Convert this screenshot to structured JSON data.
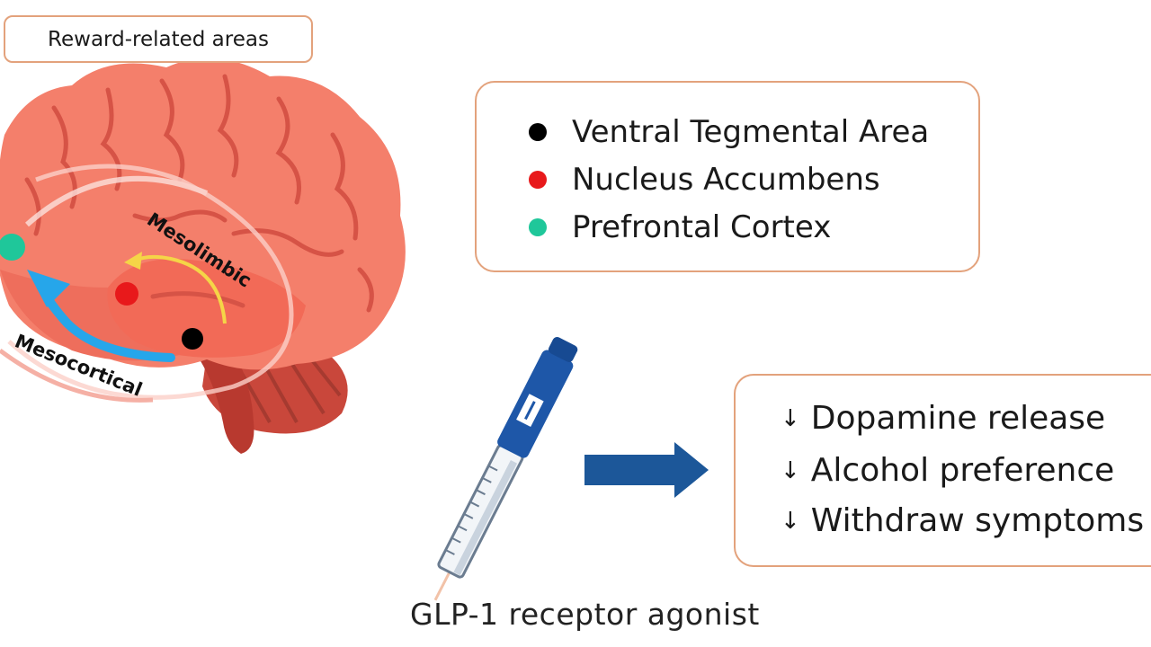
{
  "title": "Reward-related areas",
  "legend": {
    "items": [
      {
        "label": "Ventral Tegmental Area",
        "color": "#000000"
      },
      {
        "label": "Nucleus Accumbens",
        "color": "#e8191b"
      },
      {
        "label": "Prefrontal Cortex",
        "color": "#1fc79a"
      }
    ]
  },
  "pathways": {
    "mesolimbic": "Mesolimbic",
    "mesocortical": "Mesocortical"
  },
  "effects": {
    "arrow_glyph": "↓",
    "items": [
      "Dopamine release",
      "Alcohol preference",
      "Withdraw symptoms"
    ]
  },
  "caption": "GLP-1 receptor agonist",
  "colors": {
    "border": "#e3a27c",
    "brain": "#f47f6b",
    "brain_dark": "#d9534a",
    "pen_blue": "#1e57a8",
    "big_arrow": "#1c5799",
    "mesocortical_arrow": "#26a6ea",
    "mesolimbic_arrow": "#f5d547"
  }
}
